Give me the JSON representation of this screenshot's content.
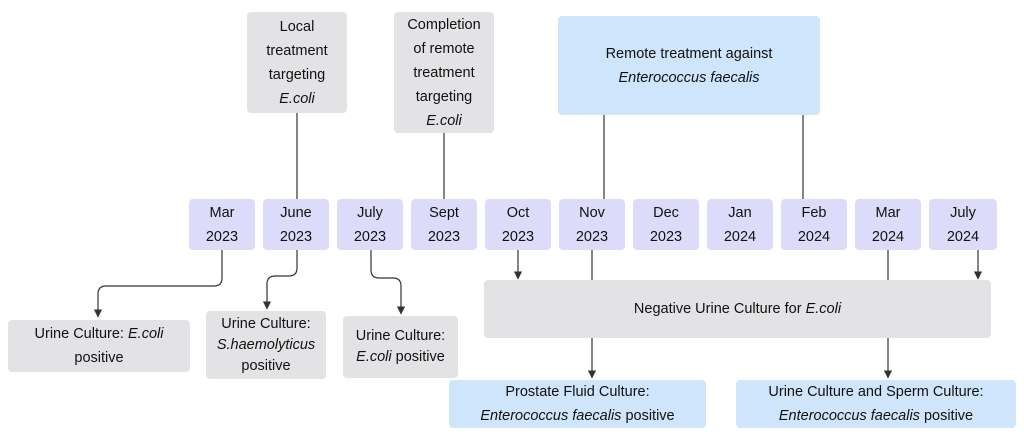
{
  "top_boxes": {
    "local_treatment": [
      "Local",
      "treatment",
      "targeting",
      "E.coli"
    ],
    "completion_remote": [
      "Completion",
      "of remote",
      "treatment",
      "targeting",
      "E.coli"
    ],
    "remote_enterococcus": [
      "Remote treatment against",
      "Enterococcus faecalis"
    ]
  },
  "timeline": [
    {
      "month": "Mar",
      "year": "2023"
    },
    {
      "month": "June",
      "year": "2023"
    },
    {
      "month": "July",
      "year": "2023"
    },
    {
      "month": "Sept",
      "year": "2023"
    },
    {
      "month": "Oct",
      "year": "2023"
    },
    {
      "month": "Nov",
      "year": "2023"
    },
    {
      "month": "Dec",
      "year": "2023"
    },
    {
      "month": "Jan",
      "year": "2024"
    },
    {
      "month": "Feb",
      "year": "2024"
    },
    {
      "month": "Mar",
      "year": "2024"
    },
    {
      "month": "July",
      "year": "2024"
    }
  ],
  "bottom_boxes": {
    "urine_ecoli_1": {
      "prefix": "Urine Culture: ",
      "organism": "E.coli",
      "suffix": "positive"
    },
    "urine_shaemolyticus": {
      "line1": "Urine Culture:",
      "organism": "S.haemolyticus",
      "suffix": "positive"
    },
    "urine_ecoli_2": {
      "line1": "Urine Culture:",
      "organism": "E.coli",
      "suffix": " positive"
    },
    "negative_urine": {
      "prefix": "Negative Urine Culture for ",
      "organism": "E.coli"
    },
    "prostate_fluid": {
      "line1": "Prostate Fluid Culture:",
      "organism": "Enterococcus faecalis",
      "suffix": " positive"
    },
    "urine_sperm": {
      "line1": "Urine Culture and Sperm Culture:",
      "organism": "Enterococcus faecalis",
      "suffix": " positive"
    }
  },
  "colors": {
    "grey_box": "#e3e3e6",
    "blue_box": "#cfe5fb",
    "date_box": "#dcdcfa",
    "connector": "#333333"
  }
}
